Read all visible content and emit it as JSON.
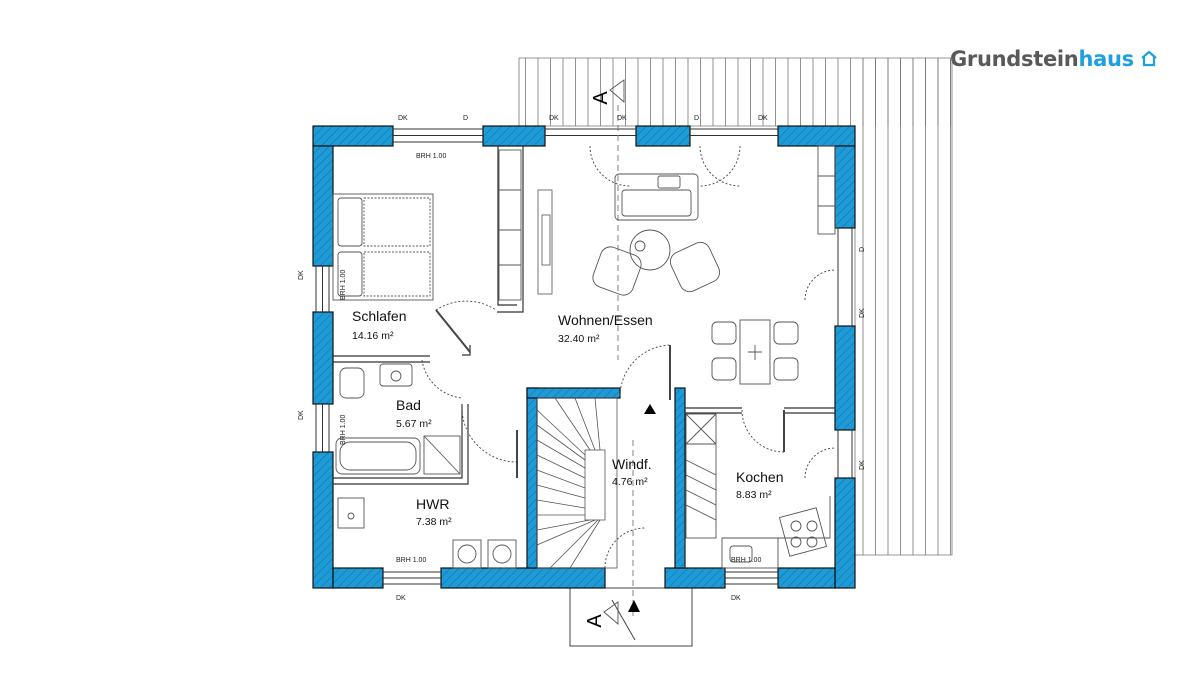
{
  "brand": {
    "part1": "Grundstein",
    "part2": "haus",
    "logo_icon": "house-outline-icon"
  },
  "rooms": {
    "schlafen": {
      "name": "Schlafen",
      "area": "14.16 m²"
    },
    "wohnen": {
      "name": "Wohnen/Essen",
      "area": "32.40 m²"
    },
    "bad": {
      "name": "Bad",
      "area": "5.67 m²"
    },
    "windfang": {
      "name": "Windf.",
      "area": "4.76 m²"
    },
    "kochen": {
      "name": "Kochen",
      "area": "8.83 m²"
    },
    "hwr": {
      "name": "HWR",
      "area": "7.38 m²"
    }
  },
  "window_labels": {
    "dk": "DK",
    "d": "D",
    "brh": "BRH 1.00"
  },
  "section_marker": {
    "label": "A"
  },
  "colors": {
    "wall_fill": "#1e9ad6",
    "wall_outline": "#111111",
    "brand_gray": "#595959",
    "brand_blue": "#1ea0e0",
    "line": "#555555"
  }
}
